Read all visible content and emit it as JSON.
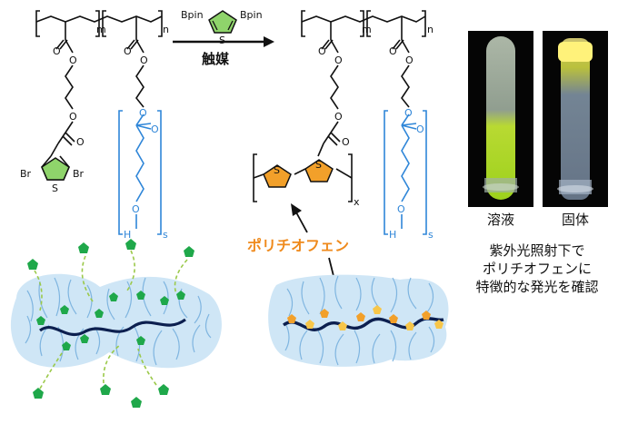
{
  "reaction": {
    "reagent_left": "Bpin",
    "reagent_right": "Bpin",
    "reagent_ring_atom": "S",
    "catalyst_label": "触媒"
  },
  "left_polymer": {
    "sub_m": "m",
    "sub_n": "n",
    "o_labels": [
      "O",
      "O",
      "O",
      "O"
    ],
    "br_left": "Br",
    "br_right": "Br",
    "ring_s": "S",
    "blue_o_top": "O",
    "blue_o_carbonyl": "O",
    "blue_o_bottom": "O",
    "blue_h": "H",
    "sub_s": "s"
  },
  "right_polymer": {
    "sub_m": "m",
    "sub_n": "n",
    "o_labels": [
      "O",
      "O",
      "O",
      "O"
    ],
    "ring_s1": "S",
    "ring_s2": "S",
    "sub_x": "x",
    "blue_o_top": "O",
    "blue_o_carbonyl": "O",
    "blue_o_bottom": "O",
    "blue_h": "H",
    "sub_s": "s",
    "polythiophene_label": "ポリチオフェン"
  },
  "photos": {
    "solution_label": "溶液",
    "solid_label": "固体",
    "caption_lines": [
      "紫外光照射下で",
      "ポリチオフェンに",
      "特徴的な発光を確認"
    ]
  },
  "colors": {
    "ink": "#111111",
    "blue_chain": "#2f86d8",
    "thiophene_green": "#8fd46b",
    "thiophene_orange": "#f2a02a",
    "label_orange": "#ef8a1c",
    "pentagon_green": "#1fa84a",
    "arrow_green": "#9bc94a",
    "micelle_fill": "#cfe6f6",
    "micelle_line": "#7fb5e0",
    "backbone": "#0c1f4f"
  }
}
